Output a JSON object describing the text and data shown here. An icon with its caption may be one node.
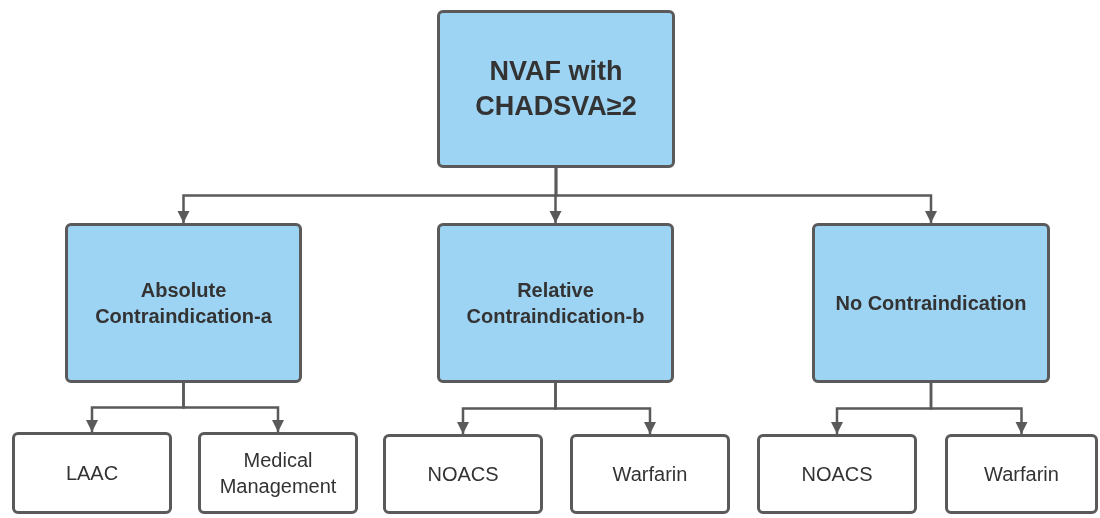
{
  "diagram": {
    "nodes": [
      {
        "text": [
          "NVAF with CHADSVA≥2"
        ]
      },
      {
        "text": [
          "Absolute Contraindication-a"
        ]
      },
      {
        "text": [
          "Relative Contraindication-b"
        ]
      },
      {
        "text": [
          "No Contraindication"
        ]
      },
      {
        "text": [
          "LAAC"
        ]
      },
      {
        "text": [
          "Medical Management"
        ]
      },
      {
        "text": [
          "NOACS"
        ]
      },
      {
        "text": [
          "Warfarin"
        ]
      },
      {
        "text": [
          "NOACS"
        ]
      },
      {
        "text": [
          "Warfarin"
        ]
      }
    ],
    "edges": [
      {
        "from": 0,
        "to": 1,
        "arrow": "to"
      },
      {
        "from": 0,
        "to": 2,
        "arrow": "to"
      },
      {
        "from": 0,
        "to": 3,
        "arrow": "to"
      },
      {
        "from": 1,
        "to": 4,
        "arrow": "to"
      },
      {
        "from": 1,
        "to": 5,
        "arrow": "to"
      },
      {
        "from": 2,
        "to": 6,
        "arrow": "to"
      },
      {
        "from": 2,
        "to": 7,
        "arrow": "to"
      },
      {
        "from": 3,
        "to": 8,
        "arrow": "to"
      },
      {
        "from": 3,
        "to": 9,
        "arrow": "to"
      }
    ]
  }
}
